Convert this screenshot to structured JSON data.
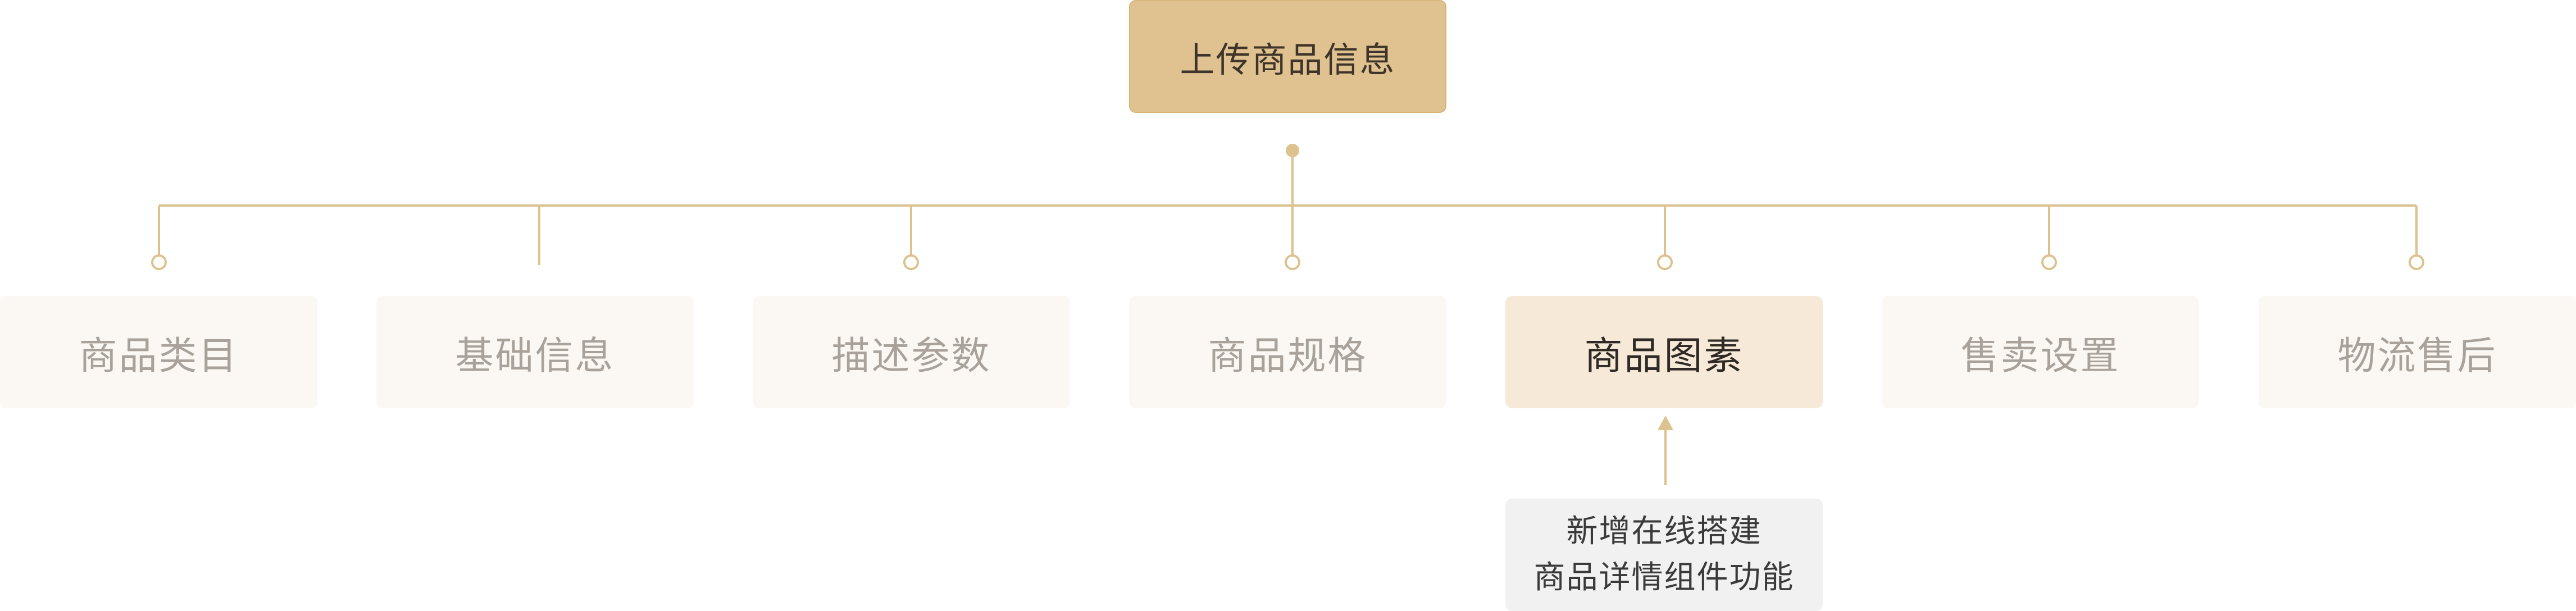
{
  "root": {
    "label": "上传商品信息"
  },
  "steps": [
    {
      "label": "商品类目",
      "active": false
    },
    {
      "label": "基础信息",
      "active": false
    },
    {
      "label": "描述参数",
      "active": false
    },
    {
      "label": "商品规格",
      "active": false
    },
    {
      "label": "商品图素",
      "active": true
    },
    {
      "label": "售卖设置",
      "active": false
    },
    {
      "label": "物流售后",
      "active": false
    }
  ],
  "note": {
    "line1": "新增在线搭建",
    "line2": "商品详情组件功能"
  },
  "colors": {
    "root_fill": "#e0c290",
    "connector": "#dcc28f",
    "active_fill": "#f6e9d7",
    "inactive_fill": "#fbf8f3",
    "note_fill": "#f1f1f1"
  }
}
